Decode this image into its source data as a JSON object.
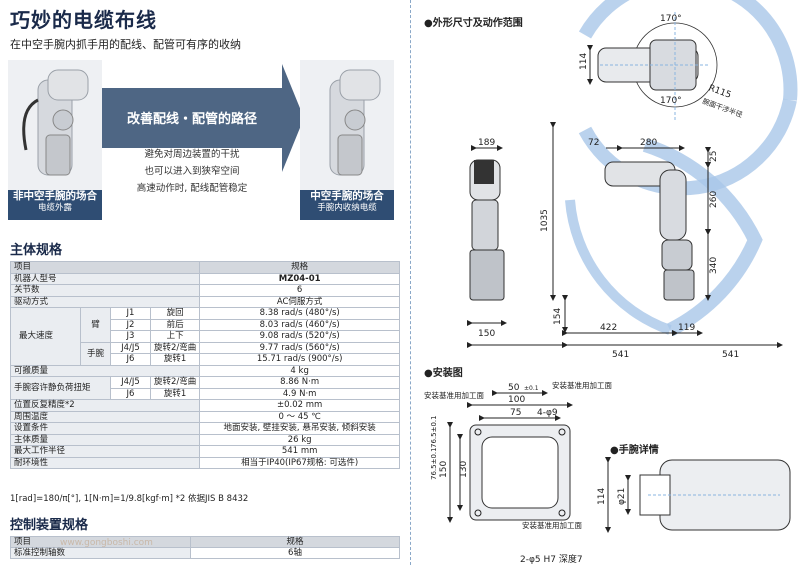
{
  "left": {
    "title": "巧妙的电缆布线",
    "subtitle": "在中空手腕内抓手用的配线、配管可有序的收纳",
    "left_robot": {
      "title": "非中空手腕的场合",
      "sub": "电缆外露"
    },
    "right_robot": {
      "title": "中空手腕的场合",
      "sub": "手腕内收纳电缆"
    },
    "arrow": {
      "title": "改善配线・配管的路径",
      "lines": [
        "避免对周边装置的干扰",
        "也可以进入到狭窄空间",
        "高速动作时, 配线配管稳定"
      ]
    },
    "spec_title": "主体规格",
    "spec_header": {
      "item": "项目",
      "value": "规格"
    },
    "spec_rows": {
      "model": {
        "label": "机器人型号",
        "value": "MZ04-01"
      },
      "axes": {
        "label": "关节数",
        "value": "6"
      },
      "drive": {
        "label": "驱动方式",
        "value": "AC伺服方式"
      },
      "speed_label": "最大速度",
      "arm_label": "臂",
      "wrist_label": "手腕",
      "speeds": [
        {
          "axis": "J1",
          "motion": "旋回",
          "value": "8.38 rad/s (480°/s)"
        },
        {
          "axis": "J2",
          "motion": "前后",
          "value": "8.03 rad/s (460°/s)"
        },
        {
          "axis": "J3",
          "motion": "上下",
          "value": "9.08 rad/s (520°/s)"
        },
        {
          "axis": "J4/J5",
          "motion": "旋转2/弯曲",
          "value": "9.77 rad/s (560°/s)"
        },
        {
          "axis": "J6",
          "motion": "旋转1",
          "value": "15.71 rad/s (900°/s)"
        }
      ],
      "payload": {
        "label": "可搬质量",
        "value": "4 kg"
      },
      "torque_label": "手腕容许静负荷扭矩",
      "torque": [
        {
          "axis": "J4/J5",
          "motion": "旋转2/弯曲",
          "value": "8.86 N·m"
        },
        {
          "axis": "J6",
          "motion": "旋转1",
          "value": "4.9 N·m"
        }
      ],
      "repeat": {
        "label": "位置反复精度*2",
        "value": "±0.02 mm"
      },
      "temp": {
        "label": "周围温度",
        "value": "0 ～ 45 ℃"
      },
      "install": {
        "label": "设置条件",
        "value": "地面安装, 壁挂安装, 悬吊安装, 倾斜安装"
      },
      "mass": {
        "label": "主体质量",
        "value": "26 kg"
      },
      "radius": {
        "label": "最大工作半径",
        "value": "541 mm"
      },
      "protect": {
        "label": "耐环境性",
        "value": "相当于IP40(IP67规格: 可选件)"
      }
    },
    "note": "1[rad]=180/π[°], 1[N·m]=1/9.8[kgf·m]   *2 依据JIS B 8432",
    "ctrl_title": "控制装置规格",
    "ctrl_header": {
      "item": "项目",
      "value": "规格"
    },
    "ctrl_rows": [
      {
        "label": "标准控制轴数",
        "value": "6轴"
      }
    ],
    "watermark_url": "www.gongboshi.com"
  },
  "right": {
    "range_title": "●外形尺寸及动作范围",
    "mount_title": "●安装图",
    "wrist_title": "●手腕详情",
    "top_view": {
      "angle_top": "170°",
      "angle_bottom": "170°",
      "dim_114": "114",
      "r_label": "R115",
      "r_sub": "腕面干涉半径"
    },
    "side_dims": {
      "d189": "189",
      "d72": "72",
      "d280": "280",
      "d25": "25",
      "d260": "260",
      "d340": "340",
      "d1035": "1035",
      "d154": "154",
      "d150": "150",
      "d422": "422",
      "d119": "119",
      "d541a": "541",
      "d541b": "541"
    },
    "mount_dims": {
      "d50": "50",
      "tol50": "±0.1",
      "d100": "100",
      "d75": "75",
      "hole": "4-φ9",
      "v150": "150",
      "v130": "130",
      "v76": "76.5±0.1",
      "v76b": "76.5±0.1",
      "ref_a": "安装基准用加工面",
      "ref_b": "安装基准用加工面",
      "ref_c": "安装基准用加工面",
      "bottom": "2-φ5 H7 深度7"
    },
    "wrist_dims": {
      "d21": "φ21",
      "d114": "114"
    }
  }
}
